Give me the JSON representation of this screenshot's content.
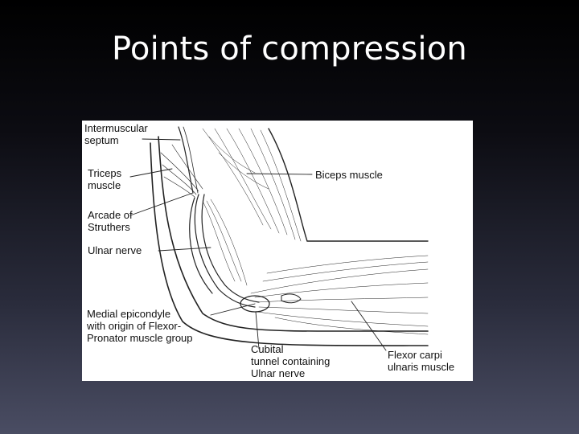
{
  "slide": {
    "title": "Points of compression",
    "background_top": "#000000",
    "background_bottom": "#4a4d63"
  },
  "diagram": {
    "labels": {
      "intermuscular_septum": [
        "Intermuscular",
        "septum"
      ],
      "triceps_muscle": [
        "Triceps",
        "muscle"
      ],
      "arcade_of_struthers": [
        "Arcade of",
        "Struthers"
      ],
      "ulnar_nerve": [
        "Ulnar nerve"
      ],
      "medial_epicondyle": [
        "Medial epicondyle",
        "with origin of Flexor-",
        "Pronator muscle group"
      ],
      "biceps_muscle": [
        "Biceps muscle"
      ],
      "cubital_tunnel": [
        "Cubital",
        "tunnel containing",
        "Ulnar nerve"
      ],
      "flexor_carpi_ulnaris": [
        "Flexor carpi",
        "ulnaris muscle"
      ]
    }
  }
}
